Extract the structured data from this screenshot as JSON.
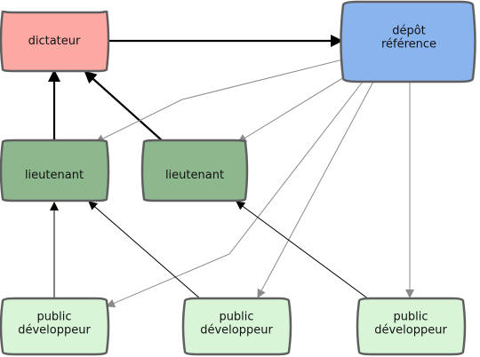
{
  "diagram": {
    "nodes": {
      "dictator": {
        "lines": [
          "dictateur"
        ],
        "fill": "#fca9a4",
        "stroke": "#5f5f5f"
      },
      "reference": {
        "lines": [
          "dépôt",
          "référence"
        ],
        "fill": "#8ab4ee",
        "stroke": "#5f5f5f"
      },
      "lieutenant_left": {
        "lines": [
          "lieutenant"
        ],
        "fill": "#8db88e",
        "stroke": "#5f5f5f"
      },
      "lieutenant_right": {
        "lines": [
          "lieutenant"
        ],
        "fill": "#8db88e",
        "stroke": "#5f5f5f"
      },
      "dev_left": {
        "lines": [
          "public",
          "développeur"
        ],
        "fill": "#d8f5d8",
        "stroke": "#5f5f5f"
      },
      "dev_middle": {
        "lines": [
          "public",
          "développeur"
        ],
        "fill": "#d8f5d8",
        "stroke": "#5f5f5f"
      },
      "dev_right": {
        "lines": [
          "public",
          "développeur"
        ],
        "fill": "#d8f5d8",
        "stroke": "#5f5f5f"
      }
    },
    "colors": {
      "strong_edge": "#000000",
      "light_edge": "#8a8a8a",
      "text": "#111111"
    }
  }
}
